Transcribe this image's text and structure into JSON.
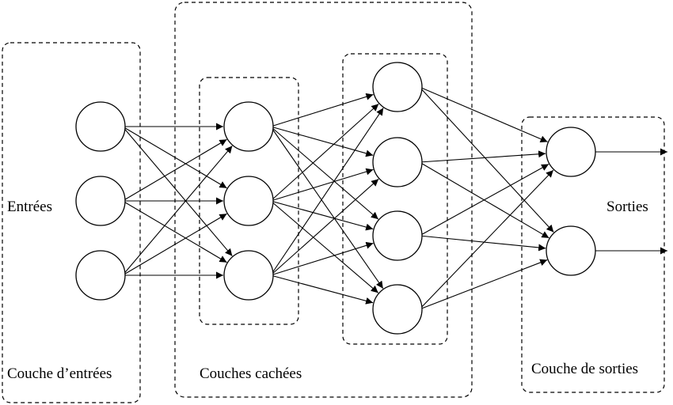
{
  "labels": {
    "inputs": "Entrées",
    "outputs": "Sorties",
    "input_layer": "Couche d’entrées",
    "hidden_layers": "Couches cachées",
    "output_layer": "Couche de sorties"
  },
  "layers": [
    {
      "id": "input",
      "neurons": 3
    },
    {
      "id": "hidden1",
      "neurons": 3
    },
    {
      "id": "hidden2",
      "neurons": 4
    },
    {
      "id": "output",
      "neurons": 2
    }
  ],
  "connections": "fully-connected",
  "colors": {
    "stroke": "#000000",
    "background": "#ffffff"
  }
}
